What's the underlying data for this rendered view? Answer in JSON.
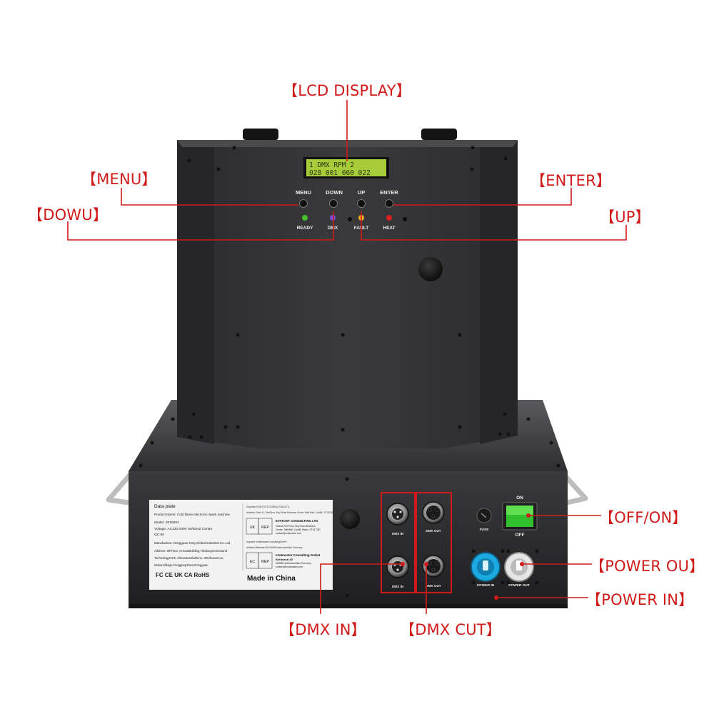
{
  "callouts": {
    "lcd_display": "【LCD DISPLAY】",
    "menu": "【MENU】",
    "dowu": "【DOWU】",
    "enter": "【ENTER】",
    "up": "【UP】",
    "off_on": "【OFF/ON】",
    "power_out": "【POWER OU】",
    "power_in": "【POWER IN】",
    "dmx_in": "【DMX IN】",
    "dmx_cut": "【DMX CUT】"
  },
  "lcd": {
    "line1": "1  DMX RPM  2",
    "line2": "028 001 060 022"
  },
  "buttons": {
    "menu": "MENU",
    "down": "DOWN",
    "up": "UP",
    "enter": "ENTER"
  },
  "leds": {
    "ready": "READY",
    "dmx": "DMX",
    "fault": "FAULT",
    "heat": "HEAT"
  },
  "data_plate": {
    "title": "Data plate",
    "product_name": "Product Name: Cold flame electronic spark machine",
    "model": "Model: Z016004",
    "voltage": "Voltage:  AC220-240V  50/60HZ Centre",
    "qc": "QC:06",
    "manufacture": "Manufacture: Dongguan Tong Global Industrial Co.,Ltd",
    "address1": "Address: 5thFloor, GrSootBuilding,YidalongSoonooand",
    "address2": "TechnologyPark, SihuIndustrialZone, 39Sihuavenue,",
    "address3": "WulianVillage,FenggangTown,Dongguan",
    "marks": "FC  CE  UK CA  RoHS",
    "importer_uk": "Importer EVATOSTCONSULTINGLTD",
    "uk_address": "Address: Suite 11, FirstFloor, Moy Road Business Centre Taffs Well, Cardiff, CF157QR",
    "uk": "UK",
    "rep": "REP",
    "uk_company": "EVATOST CONSULTING LTD",
    "uk_line1": "Suite11,First Floor, Moy Road Business",
    "uk_line2": "Centre, TaffsWell, Cardiff, Wales, CF15 7QR",
    "uk_line3": "contact@evatmaster.com",
    "importer_eu": "Importer eVatmasterConsultingGmbH",
    "eu_address": "Address:Bettinastr.30,60325FrankfurtamMain,Germany",
    "ec": "EC",
    "eu_company": "eVatmaster Consulting GmbH",
    "eu_line1": "Bettinastr.30",
    "eu_line2": "60325FrankfurtamMain,Germany",
    "eu_line3": "contact@evatmaster.com",
    "made_in": "Made in China"
  },
  "panel": {
    "dmx_in": "DMX IN",
    "dmx_out": "DMX OUT",
    "fuse": "FUSE",
    "on": "ON",
    "off": "OFF",
    "power_in": "POWER IN",
    "power_out": "POWER OUT"
  },
  "colors": {
    "callout": "#d01a1a",
    "lcd": "#a6cc3a",
    "switch": "#2fbf2f",
    "power_in": "#1aa9e0"
  }
}
